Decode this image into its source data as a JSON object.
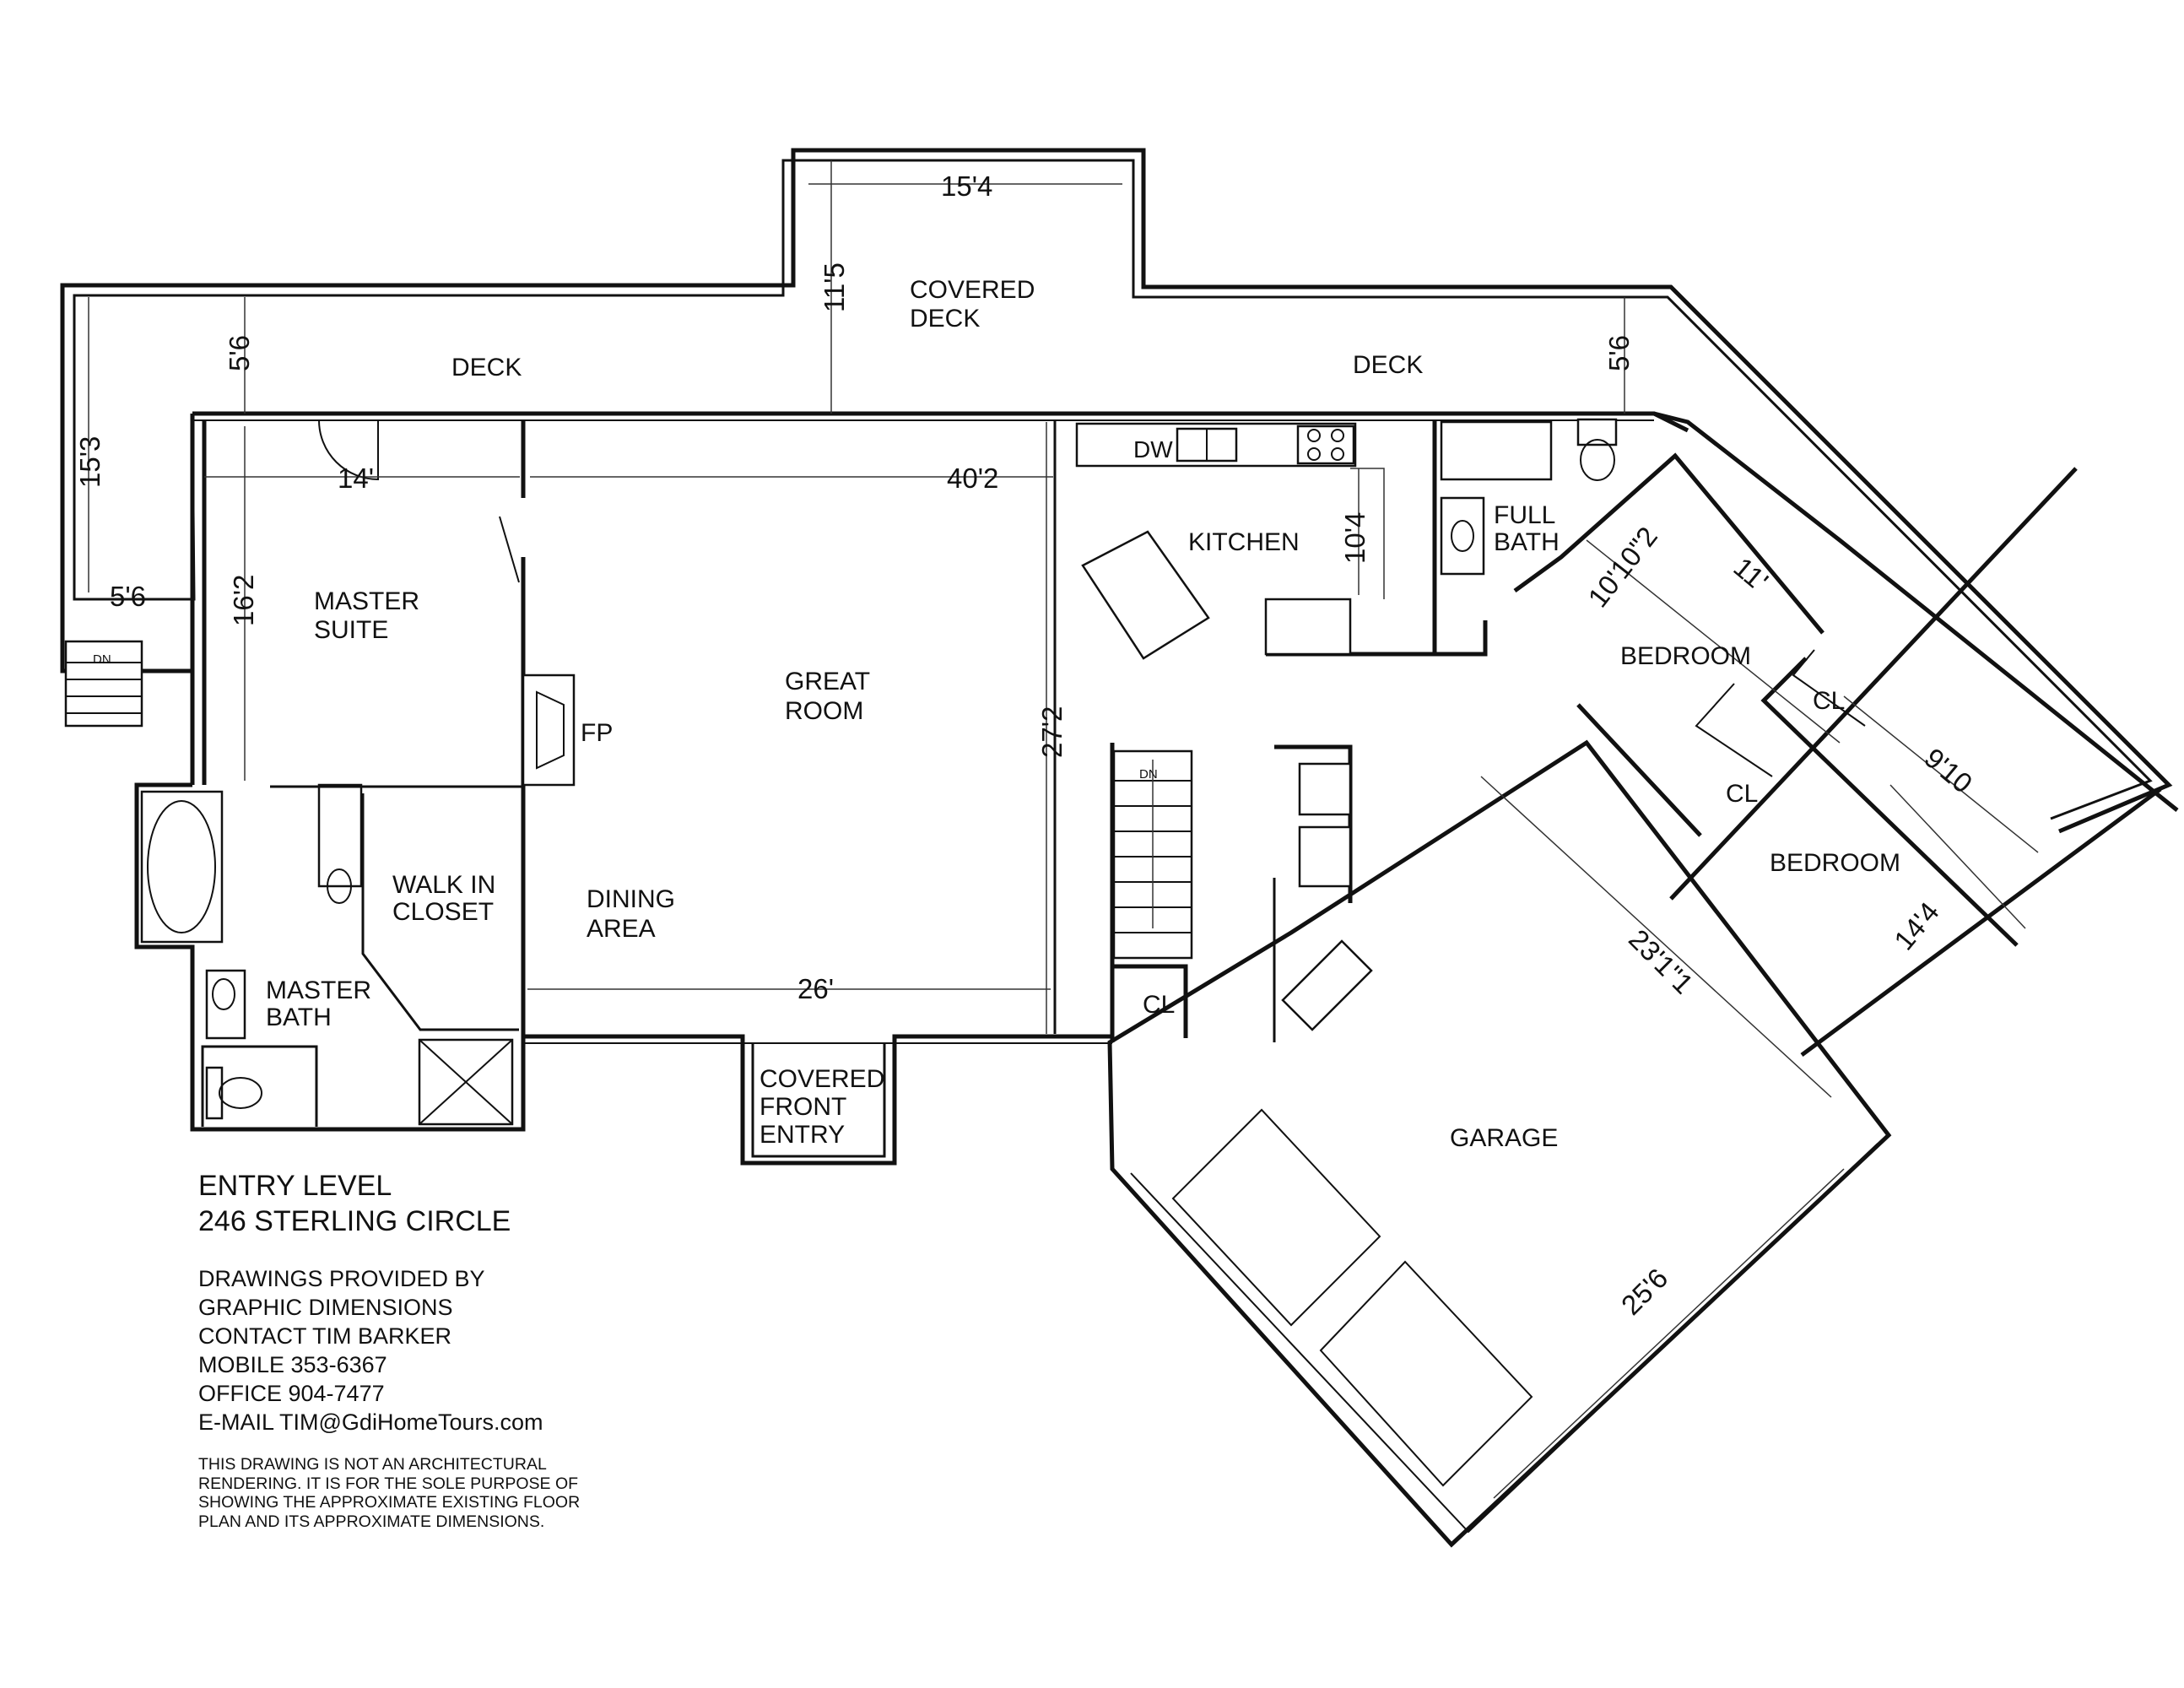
{
  "rooms": {
    "covered_deck": [
      "COVERED",
      "DECK"
    ],
    "deck_left": "DECK",
    "deck_right": "DECK",
    "kitchen": "KITCHEN",
    "full_bath": [
      "FULL",
      "BATH"
    ],
    "master_suite": [
      "MASTER",
      "SUITE"
    ],
    "great_room": [
      "GREAT",
      "ROOM"
    ],
    "fireplace": "FP",
    "bedroom_1": "BEDROOM",
    "bedroom_2": "BEDROOM",
    "closet_bed1": "CL",
    "closet_bed2": "CL",
    "closet_stairs": "CL",
    "walk_in_closet": [
      "WALK IN",
      "CLOSET"
    ],
    "dining_area": [
      "DINING",
      "AREA"
    ],
    "master_bath": [
      "MASTER",
      "BATH"
    ],
    "covered_front_entry": [
      "COVERED",
      "FRONT",
      "ENTRY"
    ],
    "garage": "GARAGE",
    "stair_down_1": "DN",
    "stair_down_2": "DN",
    "dishwasher": "DW"
  },
  "dimensions": {
    "covered_deck_width": "15'4",
    "covered_deck_depth": "11'5",
    "deck_left_depth": "5'6",
    "deck_right_depth": "5'6",
    "deck_side_length": "15'3",
    "deck_side_width": "5'6",
    "master_suite_width": "14'",
    "master_suite_depth": "16'2",
    "great_room_width": "40'2",
    "great_room_depth": "27'2",
    "kitchen_depth": "10'4",
    "dining_width": "26'",
    "bedroom_1_a": "10'10\"2",
    "bedroom_1_b": "11'",
    "bedroom_2_a": "9'10",
    "bedroom_2_b": "14'4",
    "garage_a": "23'1\"1",
    "garage_b": "25'6"
  },
  "info": {
    "title": [
      "ENTRY LEVEL",
      "246 STERLING CIRCLE"
    ],
    "contact": [
      "DRAWINGS PROVIDED BY",
      "GRAPHIC DIMENSIONS",
      "CONTACT TIM BARKER",
      "MOBILE 353-6367",
      "OFFICE 904-7477",
      "E-MAIL TIM@GdiHomeTours.com"
    ],
    "disclaimer": [
      "THIS DRAWING IS NOT AN ARCHITECTURAL",
      "RENDERING. IT IS FOR THE SOLE PURPOSE OF",
      "SHOWING THE APPROXIMATE EXISTING FLOOR",
      "PLAN AND ITS APPROXIMATE  DIMENSIONS."
    ]
  }
}
